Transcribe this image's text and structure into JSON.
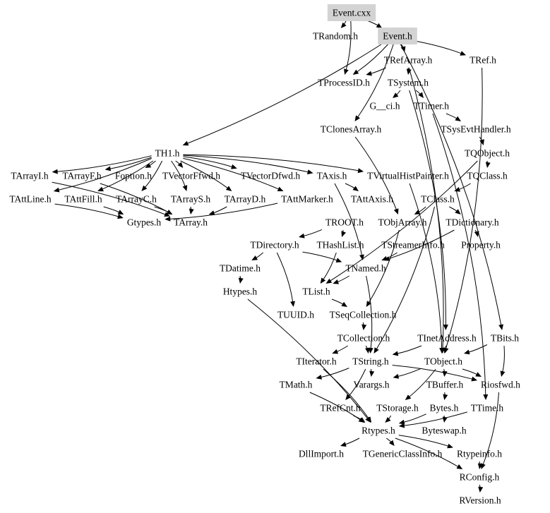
{
  "diagram": {
    "type": "include-dependency-graph",
    "root": "Event.cxx",
    "highlight_color": "#d3d3d3",
    "line_color": "#000000",
    "nodes": [
      {
        "id": "event_cxx",
        "label": "Event.cxx",
        "highlighted": true
      },
      {
        "id": "event_h",
        "label": "Event.h",
        "highlighted": true
      },
      {
        "id": "trandom_h",
        "label": "TRandom.h"
      },
      {
        "id": "trefarray_h",
        "label": "TRefArray.h"
      },
      {
        "id": "tref_h",
        "label": "TRef.h"
      },
      {
        "id": "tprocessid_h",
        "label": "TProcessID.h"
      },
      {
        "id": "tsystem_h",
        "label": "TSystem.h"
      },
      {
        "id": "g_ci_h",
        "label": "G__ci.h"
      },
      {
        "id": "ttimer_h",
        "label": "TTimer.h"
      },
      {
        "id": "tclonesarray_h",
        "label": "TClonesArray.h"
      },
      {
        "id": "tsysevthandler_h",
        "label": "TSysEvtHandler.h"
      },
      {
        "id": "th1_h",
        "label": "TH1.h"
      },
      {
        "id": "tqobject_h",
        "label": "TQObject.h"
      },
      {
        "id": "tarrayi_h",
        "label": "TArrayI.h"
      },
      {
        "id": "tarrayf_h",
        "label": "TArrayF.h"
      },
      {
        "id": "foption_h",
        "label": "Foption.h"
      },
      {
        "id": "tvectorffwd_h",
        "label": "TVectorFfwd.h"
      },
      {
        "id": "tvectordfwd_h",
        "label": "TVectorDfwd.h"
      },
      {
        "id": "taxis_h",
        "label": "TAxis.h"
      },
      {
        "id": "tvirtualhistpainter_h",
        "label": "TVirtualHistPainter.h"
      },
      {
        "id": "tqclass_h",
        "label": "TQClass.h"
      },
      {
        "id": "tattline_h",
        "label": "TAttLine.h"
      },
      {
        "id": "tattfill_h",
        "label": "TAttFill.h"
      },
      {
        "id": "tarrayc_h",
        "label": "TArrayC.h"
      },
      {
        "id": "tarrays_h",
        "label": "TArrayS.h"
      },
      {
        "id": "tarrayd_h",
        "label": "TArrayD.h"
      },
      {
        "id": "tattmarker_h",
        "label": "TAttMarker.h"
      },
      {
        "id": "tattaxis_h",
        "label": "TAttAxis.h"
      },
      {
        "id": "tclass_h",
        "label": "TClass.h"
      },
      {
        "id": "gtypes_h",
        "label": "Gtypes.h"
      },
      {
        "id": "tarray_h",
        "label": "TArray.h"
      },
      {
        "id": "troot_h",
        "label": "TROOT.h"
      },
      {
        "id": "tobjarray_h",
        "label": "TObjArray.h"
      },
      {
        "id": "tdictionary_h",
        "label": "TDictionary.h"
      },
      {
        "id": "tdirectory_h",
        "label": "TDirectory.h"
      },
      {
        "id": "thashlist_h",
        "label": "THashList.h"
      },
      {
        "id": "tstreamerinfo_h",
        "label": "TStreamerInfo.h"
      },
      {
        "id": "property_h",
        "label": "Property.h"
      },
      {
        "id": "tdatime_h",
        "label": "TDatime.h"
      },
      {
        "id": "tnamed_h",
        "label": "TNamed.h"
      },
      {
        "id": "htypes_h",
        "label": "Htypes.h"
      },
      {
        "id": "tlist_h",
        "label": "TList.h"
      },
      {
        "id": "tuuid_h",
        "label": "TUUID.h"
      },
      {
        "id": "tseqcollection_h",
        "label": "TSeqCollection.h"
      },
      {
        "id": "tcollection_h",
        "label": "TCollection.h"
      },
      {
        "id": "tinetaddress_h",
        "label": "TInetAddress.h"
      },
      {
        "id": "tbits_h",
        "label": "TBits.h"
      },
      {
        "id": "titerator_h",
        "label": "TIterator.h"
      },
      {
        "id": "tstring_h",
        "label": "TString.h"
      },
      {
        "id": "tobject_h",
        "label": "TObject.h"
      },
      {
        "id": "tmath_h",
        "label": "TMath.h"
      },
      {
        "id": "varargs_h",
        "label": "Varargs.h"
      },
      {
        "id": "tbuffer_h",
        "label": "TBuffer.h"
      },
      {
        "id": "riosfwd_h",
        "label": "Riosfwd.h"
      },
      {
        "id": "trefcnt_h",
        "label": "TRefCnt.h"
      },
      {
        "id": "tstorage_h",
        "label": "TStorage.h"
      },
      {
        "id": "bytes_h",
        "label": "Bytes.h"
      },
      {
        "id": "ttime_h",
        "label": "TTime.h"
      },
      {
        "id": "rtypes_h",
        "label": "Rtypes.h"
      },
      {
        "id": "byteswap_h",
        "label": "Byteswap.h"
      },
      {
        "id": "dllimport_h",
        "label": "DllImport.h"
      },
      {
        "id": "tgenericclassinfo_h",
        "label": "TGenericClassInfo.h"
      },
      {
        "id": "rtypeinfo_h",
        "label": "Rtypeinfo.h"
      },
      {
        "id": "rconfig_h",
        "label": "RConfig.h"
      },
      {
        "id": "rversion_h",
        "label": "RVersion.h"
      }
    ],
    "edges": [
      [
        "event_cxx",
        "trandom_h"
      ],
      [
        "event_cxx",
        "event_h"
      ],
      [
        "event_cxx",
        "tprocessid_h"
      ],
      [
        "event_h",
        "trefarray_h"
      ],
      [
        "event_h",
        "tref_h"
      ],
      [
        "event_h",
        "th1_h"
      ],
      [
        "event_h",
        "tprocessid_h"
      ],
      [
        "event_h",
        "tclonesarray_h"
      ],
      [
        "event_h",
        "tbits_h"
      ],
      [
        "trefarray_h",
        "tsystem_h"
      ],
      [
        "trefarray_h",
        "tprocessid_h"
      ],
      [
        "trefarray_h",
        "tobject_h"
      ],
      [
        "tref_h",
        "tobject_h"
      ],
      [
        "tsystem_h",
        "g_ci_h"
      ],
      [
        "tsystem_h",
        "ttimer_h"
      ],
      [
        "tsystem_h",
        "tinetaddress_h"
      ],
      [
        "ttimer_h",
        "tsysevthandler_h"
      ],
      [
        "ttimer_h",
        "ttime_h"
      ],
      [
        "tsysevthandler_h",
        "tqobject_h"
      ],
      [
        "tqobject_h",
        "tqclass_h"
      ],
      [
        "tqobject_h",
        "tlist_h"
      ],
      [
        "tqclass_h",
        "tclass_h"
      ],
      [
        "tclonesarray_h",
        "tobjarray_h"
      ],
      [
        "th1_h",
        "tarrayi_h"
      ],
      [
        "th1_h",
        "tarrayf_h"
      ],
      [
        "th1_h",
        "foption_h"
      ],
      [
        "th1_h",
        "tvectorffwd_h"
      ],
      [
        "th1_h",
        "tvectordfwd_h"
      ],
      [
        "th1_h",
        "taxis_h"
      ],
      [
        "th1_h",
        "tvirtualhistpainter_h"
      ],
      [
        "th1_h",
        "tattline_h"
      ],
      [
        "th1_h",
        "tattfill_h"
      ],
      [
        "th1_h",
        "tattmarker_h"
      ],
      [
        "th1_h",
        "tarrayc_h"
      ],
      [
        "th1_h",
        "tarrays_h"
      ],
      [
        "th1_h",
        "tarrayd_h"
      ],
      [
        "tarrayi_h",
        "tarray_h"
      ],
      [
        "tarrayf_h",
        "tarray_h"
      ],
      [
        "tarrayc_h",
        "tarray_h"
      ],
      [
        "tarrays_h",
        "tarray_h"
      ],
      [
        "tarrayd_h",
        "tarray_h"
      ],
      [
        "tattline_h",
        "gtypes_h"
      ],
      [
        "tattfill_h",
        "gtypes_h"
      ],
      [
        "tattmarker_h",
        "gtypes_h"
      ],
      [
        "taxis_h",
        "tattaxis_h"
      ],
      [
        "taxis_h",
        "tnamed_h"
      ],
      [
        "tvirtualhistpainter_h",
        "tobject_h"
      ],
      [
        "tclass_h",
        "tdictionary_h"
      ],
      [
        "tclass_h",
        "tobjarray_h"
      ],
      [
        "tclass_h",
        "tstring_h"
      ],
      [
        "troot_h",
        "tdirectory_h"
      ],
      [
        "troot_h",
        "thashlist_h"
      ],
      [
        "tdictionary_h",
        "property_h"
      ],
      [
        "tdictionary_h",
        "tnamed_h"
      ],
      [
        "tobjarray_h",
        "tseqcollection_h"
      ],
      [
        "tdirectory_h",
        "tnamed_h"
      ],
      [
        "tdirectory_h",
        "tdatime_h"
      ],
      [
        "tdirectory_h",
        "tuuid_h"
      ],
      [
        "thashlist_h",
        "tlist_h"
      ],
      [
        "tstreamerinfo_h",
        "tnamed_h"
      ],
      [
        "tdatime_h",
        "htypes_h"
      ],
      [
        "htypes_h",
        "rtypes_h"
      ],
      [
        "tnamed_h",
        "tlist_h"
      ],
      [
        "tnamed_h",
        "tstring_h"
      ],
      [
        "tlist_h",
        "tseqcollection_h"
      ],
      [
        "tseqcollection_h",
        "tcollection_h"
      ],
      [
        "tcollection_h",
        "tstring_h"
      ],
      [
        "tcollection_h",
        "titerator_h"
      ],
      [
        "tinetaddress_h",
        "tobject_h"
      ],
      [
        "tinetaddress_h",
        "tstring_h"
      ],
      [
        "tbits_h",
        "tobject_h"
      ],
      [
        "tbits_h",
        "riosfwd_h"
      ],
      [
        "tstring_h",
        "varargs_h"
      ],
      [
        "tstring_h",
        "trefcnt_h"
      ],
      [
        "tstring_h",
        "riosfwd_h"
      ],
      [
        "tstring_h",
        "tmath_h"
      ],
      [
        "tobject_h",
        "tbuffer_h"
      ],
      [
        "tobject_h",
        "varargs_h"
      ],
      [
        "tobject_h",
        "riosfwd_h"
      ],
      [
        "tobject_h",
        "tstorage_h"
      ],
      [
        "tbuffer_h",
        "bytes_h"
      ],
      [
        "bytes_h",
        "byteswap_h"
      ],
      [
        "bytes_h",
        "rtypes_h"
      ],
      [
        "ttime_h",
        "rtypes_h"
      ],
      [
        "trefcnt_h",
        "rtypes_h"
      ],
      [
        "tstorage_h",
        "rtypes_h"
      ],
      [
        "tmath_h",
        "rtypes_h"
      ],
      [
        "titerator_h",
        "rtypes_h"
      ],
      [
        "rtypes_h",
        "dllimport_h"
      ],
      [
        "rtypes_h",
        "tgenericclassinfo_h"
      ],
      [
        "rtypes_h",
        "rtypeinfo_h"
      ],
      [
        "rtypes_h",
        "rconfig_h"
      ],
      [
        "rtypeinfo_h",
        "rconfig_h"
      ],
      [
        "riosfwd_h",
        "rconfig_h"
      ],
      [
        "rconfig_h",
        "rversion_h"
      ]
    ]
  }
}
